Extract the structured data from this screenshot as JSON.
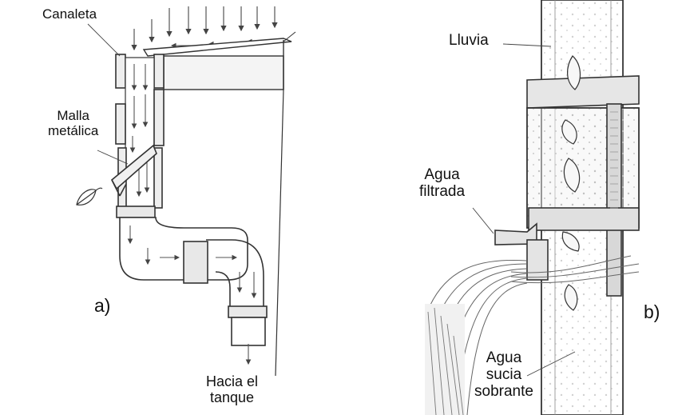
{
  "panel_a": {
    "canaleta": "Canaleta",
    "malla_line1": "Malla",
    "malla_line2": "metálica",
    "hacia_line1": "Hacia el",
    "hacia_line2": "tanque",
    "tag": "a)"
  },
  "panel_b": {
    "lluvia": "Lluvia",
    "filtrada_line1": "Agua",
    "filtrada_line2": "filtrada",
    "sucia_line1": "Agua",
    "sucia_line2": "sucia",
    "sucia_line3": "sobrante",
    "tag": "b)"
  },
  "colors": {
    "ink": "#222222",
    "line": "#555555",
    "shade": "#dcdcdc",
    "background": "#ffffff"
  }
}
